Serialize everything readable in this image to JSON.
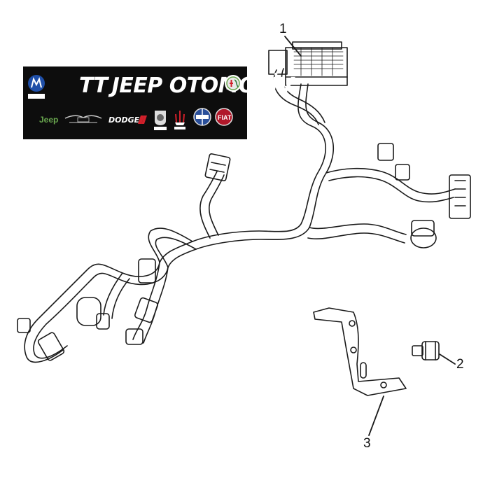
{
  "callouts": [
    {
      "id": "1",
      "label": "1"
    },
    {
      "id": "2",
      "label": "2"
    },
    {
      "id": "3",
      "label": "3"
    }
  ],
  "banner": {
    "mark": "TT",
    "brand_text": "JEEP OTOMOTİV",
    "logos": [
      "MOPAR",
      "Jeep",
      "CHRYSLER",
      "DODGE",
      "RAM",
      "Maserati",
      "Lancia",
      "FIAT",
      "Alfa Romeo"
    ]
  },
  "colors": {
    "line": "#1a1a1a",
    "banner_bg": "#0d0d0d",
    "mopar_blue": "#1f4fa8",
    "dodge_red": "#d0202a",
    "fiat_red": "#b0182a",
    "lancia_blue": "#2a4f9a",
    "jeep_green": "#6aa84f"
  }
}
